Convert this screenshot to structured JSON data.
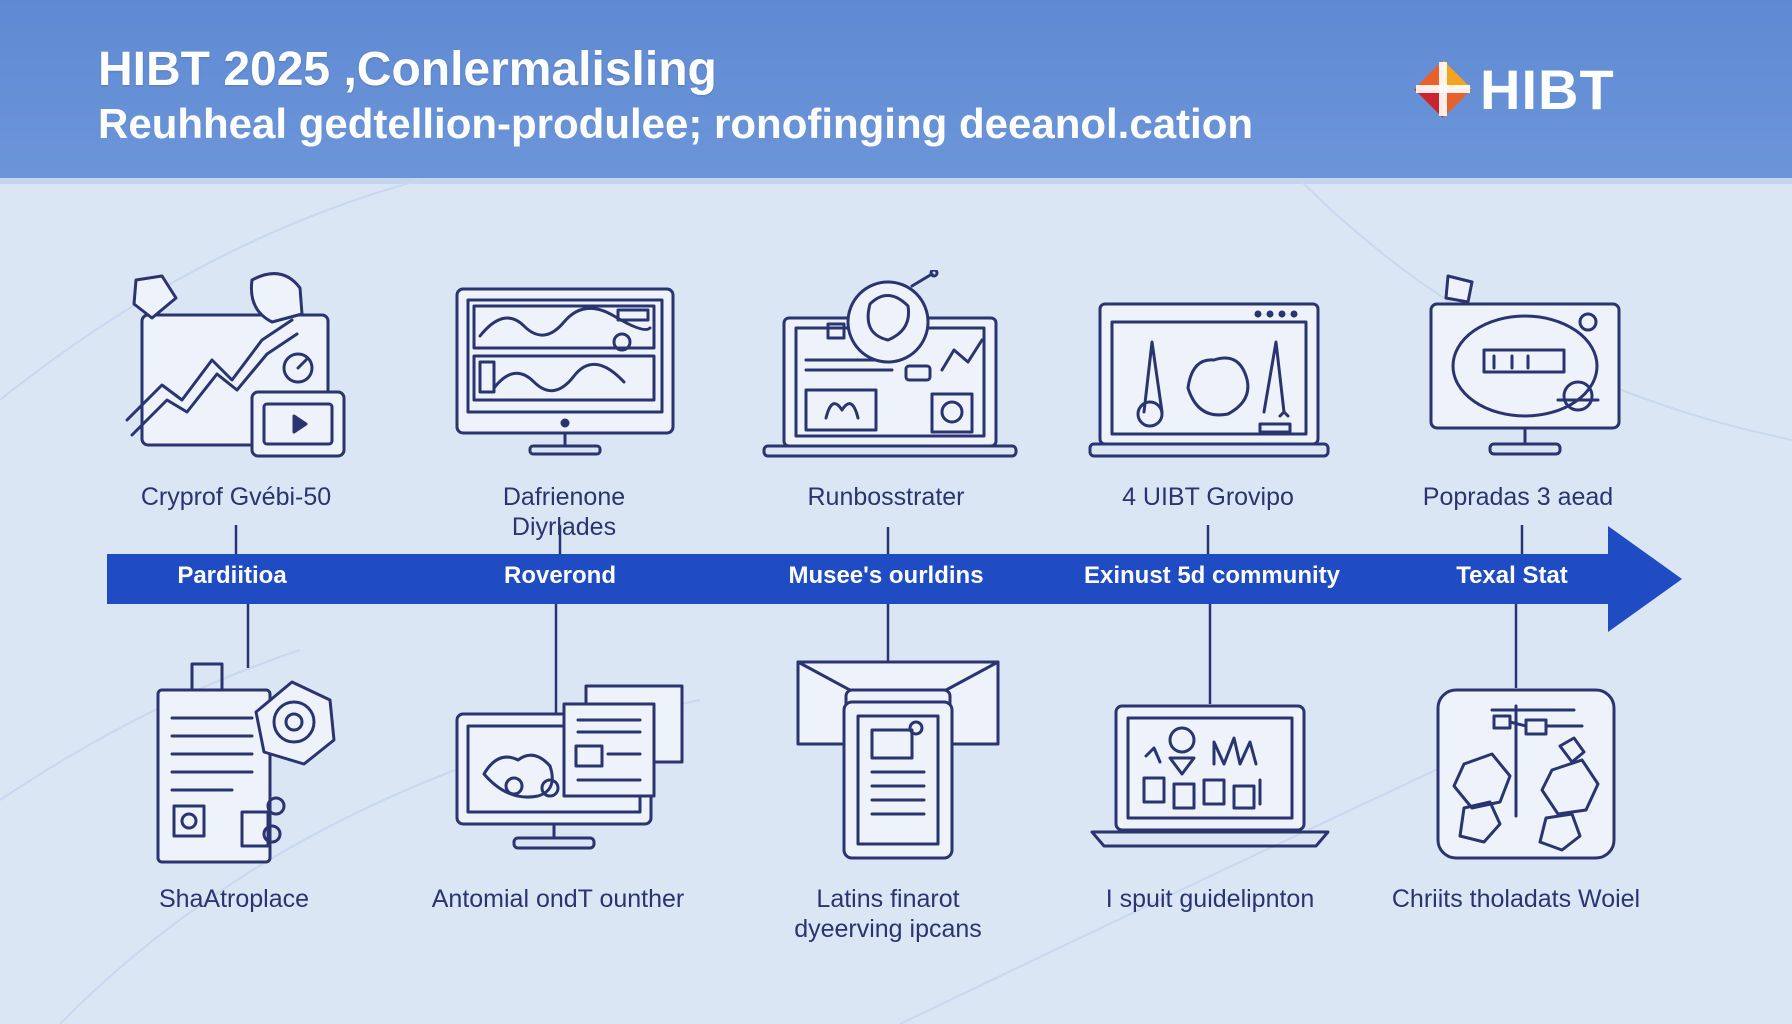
{
  "header": {
    "title": "HIBT 2025 ,Conlermalisling",
    "subtitle": "Reuhheal gedtellion-produlee; ronofinging deeanol.cation",
    "logo_text": "HIBT",
    "logo_icon": "orange-red-diamond-cross-icon"
  },
  "colors": {
    "header_bg": "#6690d6",
    "page_bg": "#dbe6f5",
    "timeline_bar": "#1f4bc3",
    "icon_stroke": "#2a3470",
    "text": "#2a3470"
  },
  "timeline": {
    "stages": [
      {
        "bar_label": "Pardiitioa",
        "top_label": "Cryprof Gvébi-50",
        "top_icon": "crypto-chart-monitor-icon",
        "bottom_label": "ShaAtroplace",
        "bottom_icon": "document-gear-icon"
      },
      {
        "bar_label": "Roverond",
        "top_label": "Dafrienone\nDiyrlades",
        "top_icon": "dashboard-monitor-icon",
        "bottom_label": "Antomial ondT ounther",
        "bottom_icon": "monitor-map-document-icon"
      },
      {
        "bar_label": "Musee's ourldins",
        "top_label": "Runbosstrater",
        "top_icon": "laptop-gears-icon",
        "bottom_label": "Latins finarot\ndyeerving ipcans",
        "bottom_icon": "envelope-tablet-icon"
      },
      {
        "bar_label": "Exinust 5d community",
        "top_label": "4 UIBT Grovipo",
        "top_icon": "laptop-network-icon",
        "bottom_label": "I spuit guidelipnton",
        "bottom_icon": "laptop-analytics-icon"
      },
      {
        "bar_label": "Texal Stat",
        "top_label": "Popradas 3 aead",
        "top_icon": "monitor-globe-icon",
        "bottom_label": "Chriits tholadats Woiel",
        "bottom_icon": "hexagon-network-icon"
      }
    ]
  }
}
